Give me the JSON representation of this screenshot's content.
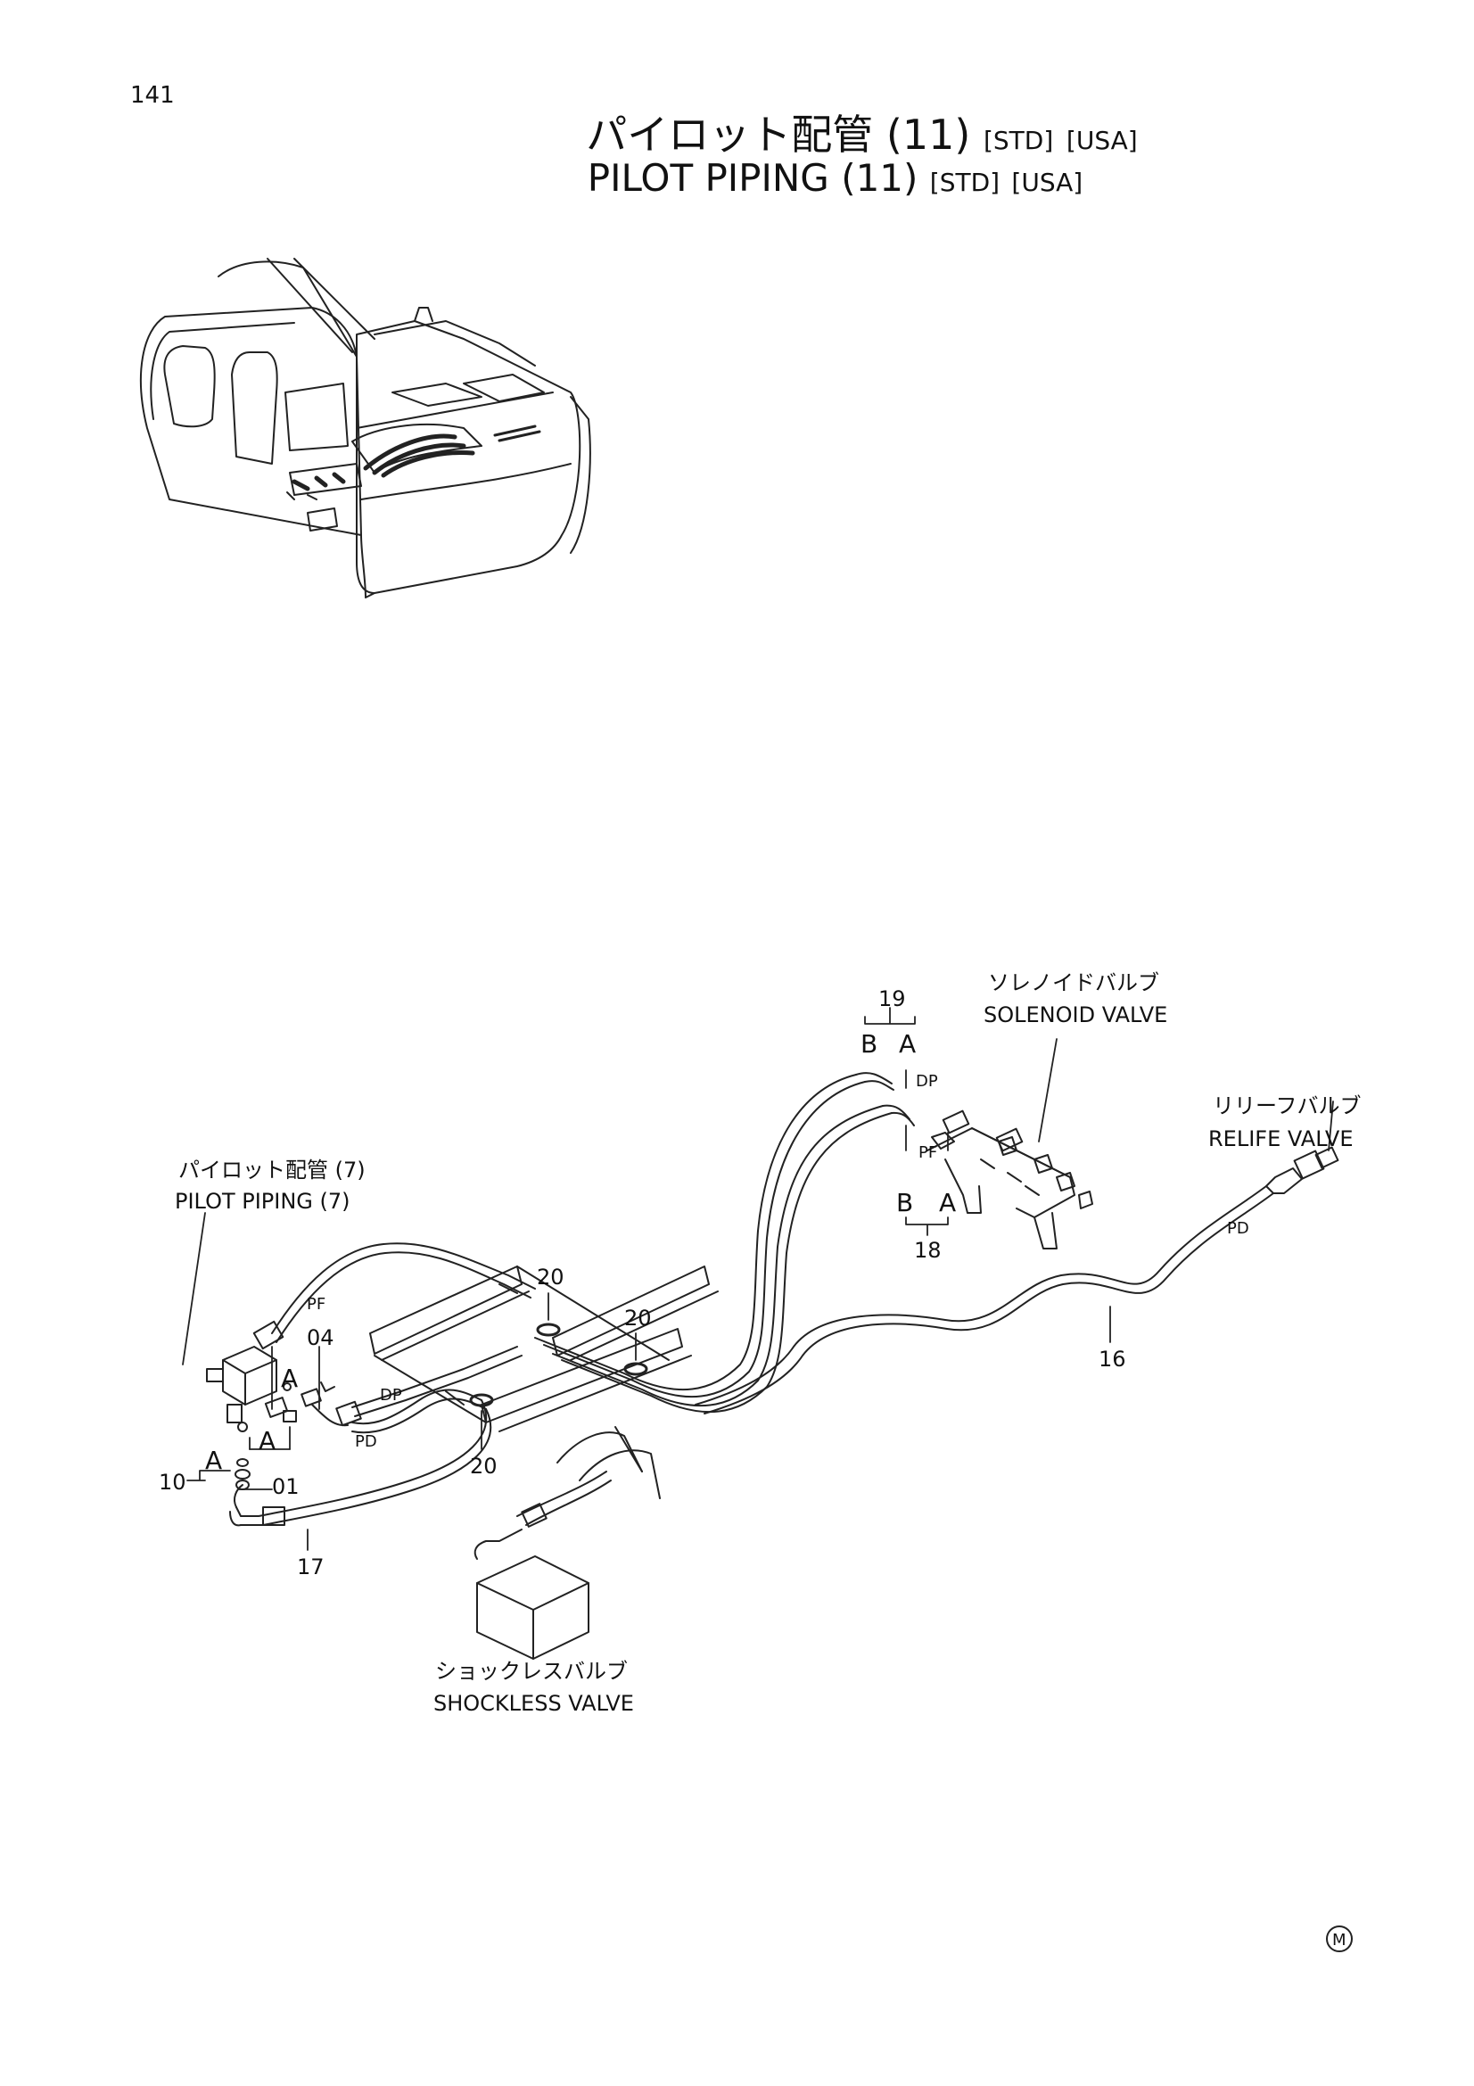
{
  "page_number": "141",
  "title": {
    "jp": "パイロット配管 (11)",
    "en": "PILOT PIPING (11)",
    "tag_std": "[STD]",
    "tag_usa": "[USA]"
  },
  "callouts": {
    "solenoid_jp": "ソレノイドバルブ",
    "solenoid_en": "SOLENOID VALVE",
    "relief_jp": "リリーフバルブ",
    "relief_en": "RELIFE VALVE",
    "pilot7_jp": "パイロット配管 (7)",
    "pilot7_en": "PILOT PIPING (7)",
    "shockless_jp": "ショックレスバルブ",
    "shockless_en": "SHOCKLESS VALVE"
  },
  "part_numbers": {
    "p19": "19",
    "p18": "18",
    "p16": "16",
    "p17": "17",
    "p20": "20",
    "p04": "04",
    "p01": "01",
    "p10": "10"
  },
  "letters": {
    "a": "A",
    "b": "B"
  },
  "ports": {
    "dp": "DP",
    "pf": "PF",
    "pd": "PD"
  },
  "maker_mark": "M"
}
